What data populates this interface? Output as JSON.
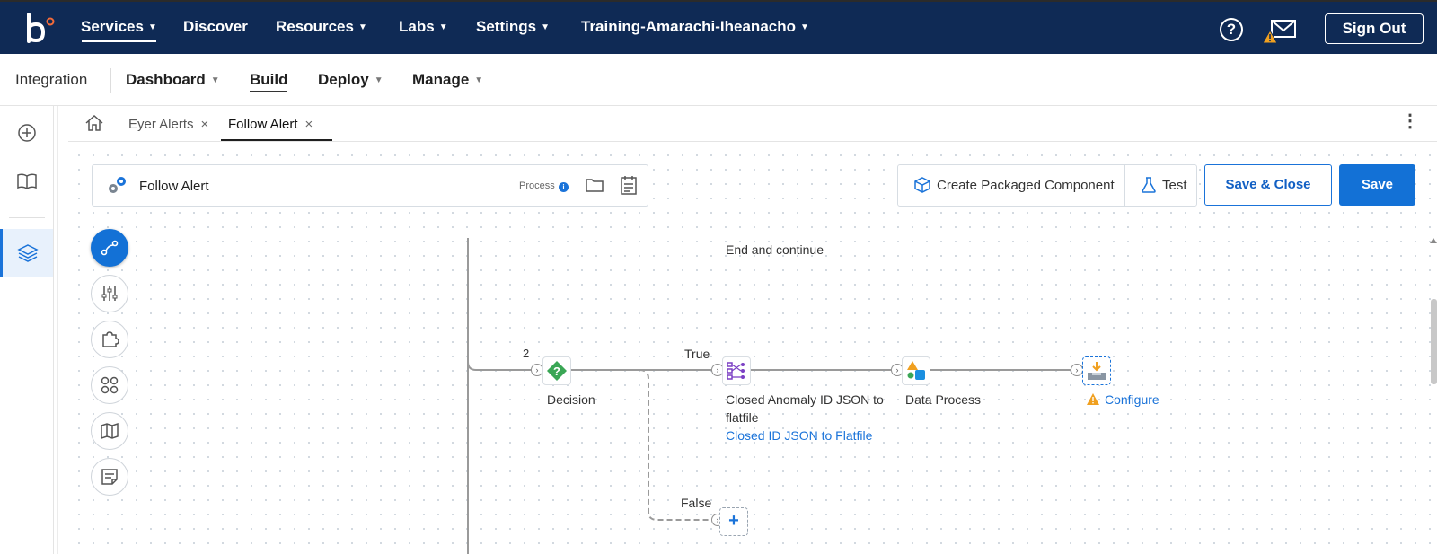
{
  "topnav": {
    "items": [
      {
        "label": "Services",
        "caret": true
      },
      {
        "label": "Discover",
        "caret": false
      },
      {
        "label": "Resources",
        "caret": true
      },
      {
        "label": "Labs",
        "caret": true
      },
      {
        "label": "Settings",
        "caret": true
      },
      {
        "label": "Training-Amarachi-Iheanacho",
        "caret": true
      }
    ],
    "help": "?",
    "sign_out": "Sign Out"
  },
  "subnav": {
    "app": "Integration",
    "items": [
      {
        "label": "Dashboard",
        "caret": true
      },
      {
        "label": "Build",
        "caret": false
      },
      {
        "label": "Deploy",
        "caret": true
      },
      {
        "label": "Manage",
        "caret": true
      }
    ]
  },
  "tabs": [
    {
      "label": "Eyer Alerts",
      "close": "×"
    },
    {
      "label": "Follow Alert",
      "close": "×"
    }
  ],
  "process": {
    "name": "Follow Alert",
    "type": "Process",
    "info": "i"
  },
  "actions": {
    "create_packaged": "Create Packaged Component",
    "test": "Test",
    "save_close": "Save & Close",
    "save": "Save"
  },
  "flow": {
    "end_continue": "End and continue",
    "branch_count": "2",
    "decision": "Decision",
    "true_label": "True",
    "false_label": "False",
    "map_label_line1": "Closed Anomaly ID JSON to",
    "map_label_line2": "flatfile",
    "map_link": "Closed ID JSON to Flatfile",
    "data_process": "Data Process",
    "configure": "Configure",
    "add": "+"
  },
  "colors": {
    "nav_bg": "#0f2a55",
    "accent": "#1371d6",
    "decision_green": "#3aa655",
    "warning": "#f0a020"
  }
}
